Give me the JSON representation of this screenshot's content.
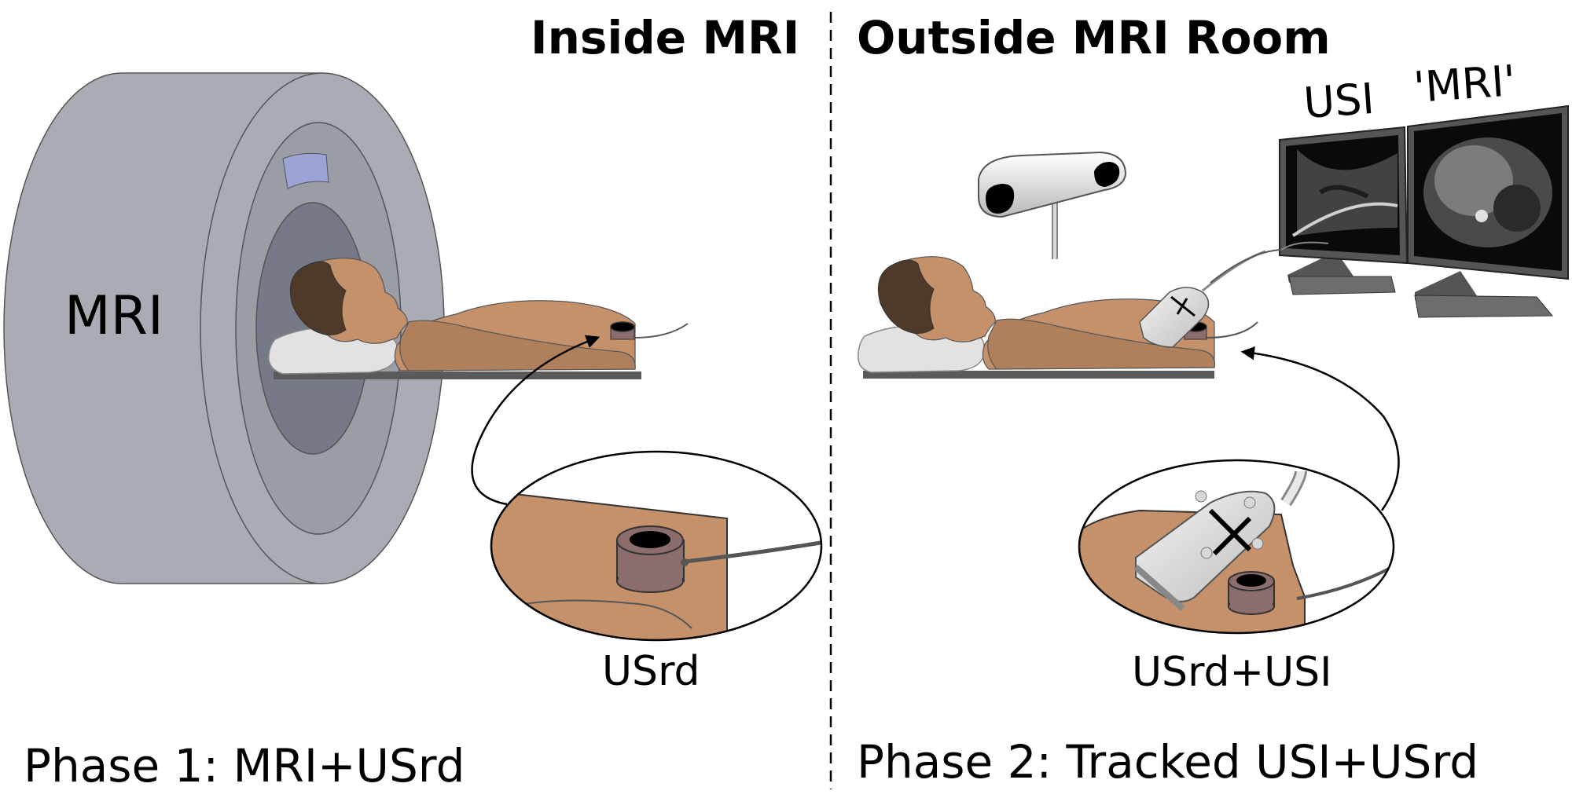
{
  "left_panel": {
    "heading": "Inside MRI",
    "scanner_label": "MRI",
    "inset_label": "USrd",
    "phase_caption": "Phase 1: MRI+USrd"
  },
  "right_panel": {
    "heading": "Outside MRI Room",
    "monitor_left_label": "USI",
    "monitor_right_label": "'MRI'",
    "inset_label": "USrd+USI",
    "phase_caption": "Phase 2: Tracked USI+USrd"
  },
  "colors": {
    "skin": "#c4916b",
    "skin_dark": "#b07f5c",
    "hair": "#4f3a2a",
    "sensor": "#8c6d6d",
    "scanner_outer": "#a9acb4",
    "scanner_ring": "#9a9ca6",
    "scanner_bore": "#767a88",
    "pillow": "#e2e2e2"
  }
}
